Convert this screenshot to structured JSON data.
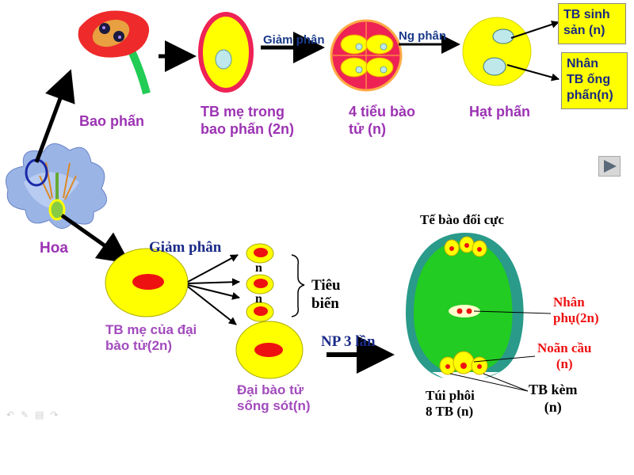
{
  "labels": {
    "bao_phan": "Bao phấn",
    "tb_me_line1": "TB mẹ trong",
    "tb_me_line2": "bao phấn (2n)",
    "giam_phan_top": "Giảm phân",
    "ng_phan": "Ng phân",
    "tieu_bao_tu_line1": "4 tiểu bào",
    "tieu_bao_tu_line2": "tử (n)",
    "hat_phan": "Hạt phấn",
    "hoa": "Hoa",
    "giam_phan_bottom": "Giảm phân",
    "n1": "n",
    "n2": "n",
    "tieu_bien_line1": "Tiêu",
    "tieu_bien_line2": "biến",
    "tb_me_dai_line1": "TB mẹ của đại",
    "tb_me_dai_line2": "bào tử(2n)",
    "dai_bao_tu_line1": "Đại bào tử",
    "dai_bao_tu_line2": "sống sót(n)",
    "np3": "NP 3 lần",
    "te_bao_doi_cuc": "Tế bào đối cực",
    "nhan_phu_line1": "Nhân",
    "nhan_phu_line2": "phụ(2n)",
    "noan_cau_line1": "Noãn cầu",
    "noan_cau_line2": "(n)",
    "tui_phoi_line1": "Túi phôi",
    "tui_phoi_line2": "8 TB (n)",
    "tb_kem_line1": "TB  kèm",
    "tb_kem_line2": "(n)"
  },
  "boxes": {
    "tb_sinh_san_line1": "TB sinh",
    "tb_sinh_san_line2": "sản (n)",
    "nhan_tb_ong_line1": "Nhân",
    "nhan_tb_ong_line2": "TB ống",
    "nhan_tb_ong_line3": "phấn(n)"
  },
  "icons": {
    "next": "next-slide-icon",
    "tools": [
      "back-arrow-icon",
      "pen-icon",
      "menu-icon",
      "forward-arrow-icon"
    ]
  },
  "colors": {
    "cell_yellow": "#ffff00",
    "nucleus_red": "#ee1111",
    "sac_green": "#22cc22",
    "sac_wall": "#2a9a8a",
    "label_purple": "#9c33b3",
    "box_text": "#1a2a80"
  }
}
